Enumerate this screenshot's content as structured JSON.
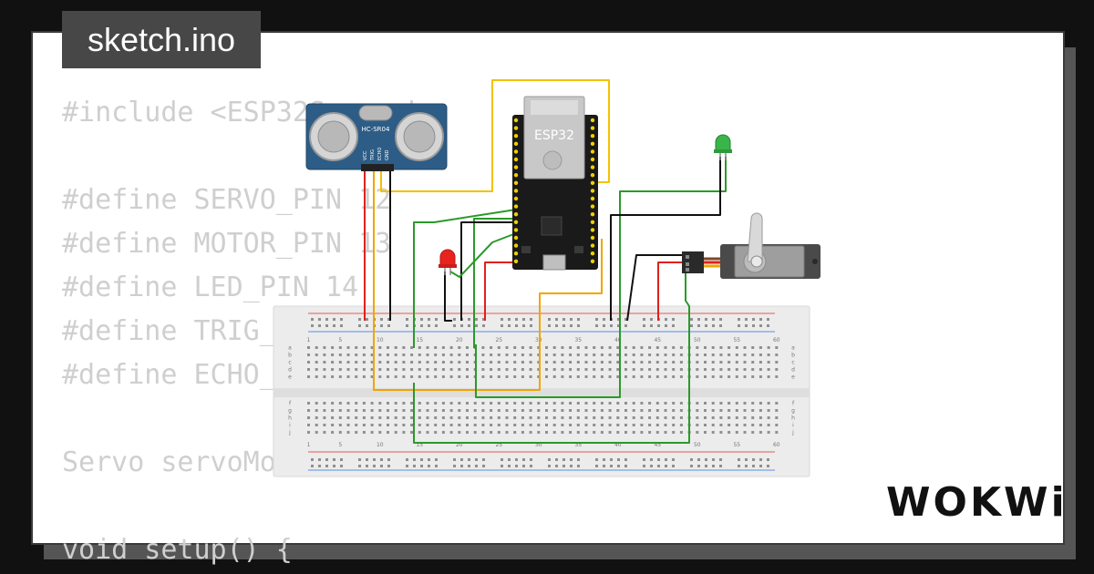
{
  "project": {
    "title": "sketch.ino"
  },
  "code_lines": [
    "#include <ESP32Servo.h>",
    "",
    "#define SERVO_PIN 12",
    "#define MOTOR_PIN 13",
    "#define LED_PIN 14",
    "#define TRIG_PIN 5",
    "#define ECHO_PIN 18",
    "",
    "Servo servoMotor;",
    "",
    "void setup() {"
  ],
  "components": {
    "ultrasonic": {
      "label": "HC-SR04",
      "pins": [
        "VCC",
        "TRIG",
        "ECHO",
        "GND"
      ]
    },
    "esp32": {
      "label": "ESP32"
    },
    "servo": {
      "label": "Servo"
    }
  },
  "breadboard": {
    "column_numbers": [
      "1",
      "5",
      "10",
      "15",
      "20",
      "25",
      "30",
      "35",
      "40",
      "45",
      "50",
      "55",
      "60"
    ],
    "rows_top": [
      "a",
      "b",
      "c",
      "d",
      "e"
    ],
    "rows_bottom": [
      "f",
      "g",
      "h",
      "i",
      "j"
    ]
  },
  "colors": {
    "wire_red": "#e0201c",
    "wire_black": "#111111",
    "wire_yellow": "#f2c200",
    "wire_orange": "#f2a400",
    "wire_green": "#2a9a2a",
    "led_red": "#e8231e",
    "led_green": "#39b54a",
    "sensor_blue": "#2d5d86",
    "esp_board": "#1a1a1a"
  },
  "brand": {
    "logo": "WOKWi"
  }
}
